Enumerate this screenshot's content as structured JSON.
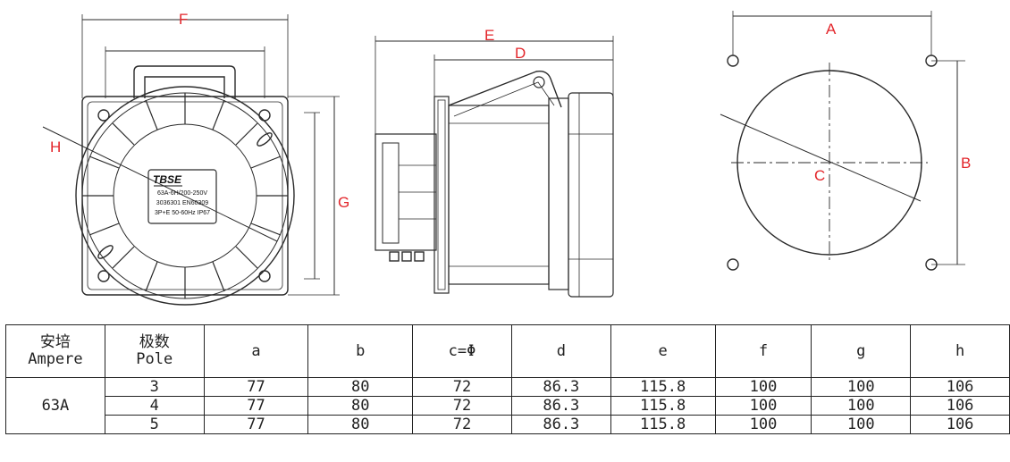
{
  "dimension_labels": {
    "front": {
      "F": "F",
      "G": "G",
      "H": "H"
    },
    "side": {
      "E": "E",
      "D": "D"
    },
    "cutout": {
      "A": "A",
      "B": "B",
      "C": "C"
    }
  },
  "product_label": {
    "brand": "TBSE",
    "line1": "63A-6H/200-250V",
    "line2": "3036301  EN60309",
    "line3": "3P+E  50-60Hz  IP67"
  },
  "table": {
    "headers": [
      {
        "line1": "安培",
        "line2": "Ampere"
      },
      {
        "line1": "极数",
        "line2": "Pole"
      },
      {
        "line1": "a",
        "line2": ""
      },
      {
        "line1": "b",
        "line2": ""
      },
      {
        "line1": "c=Φ",
        "line2": ""
      },
      {
        "line1": "d",
        "line2": ""
      },
      {
        "line1": "e",
        "line2": ""
      },
      {
        "line1": "f",
        "line2": ""
      },
      {
        "line1": "g",
        "line2": ""
      },
      {
        "line1": "h",
        "line2": ""
      }
    ],
    "ampere": "63A",
    "rows": [
      {
        "pole": "3",
        "a": "77",
        "b": "80",
        "c": "72",
        "d": "86.3",
        "e": "115.8",
        "f": "100",
        "g": "100",
        "h": "106"
      },
      {
        "pole": "4",
        "a": "77",
        "b": "80",
        "c": "72",
        "d": "86.3",
        "e": "115.8",
        "f": "100",
        "g": "100",
        "h": "106"
      },
      {
        "pole": "5",
        "a": "77",
        "b": "80",
        "c": "72",
        "d": "86.3",
        "e": "115.8",
        "f": "100",
        "g": "100",
        "h": "106"
      }
    ]
  }
}
